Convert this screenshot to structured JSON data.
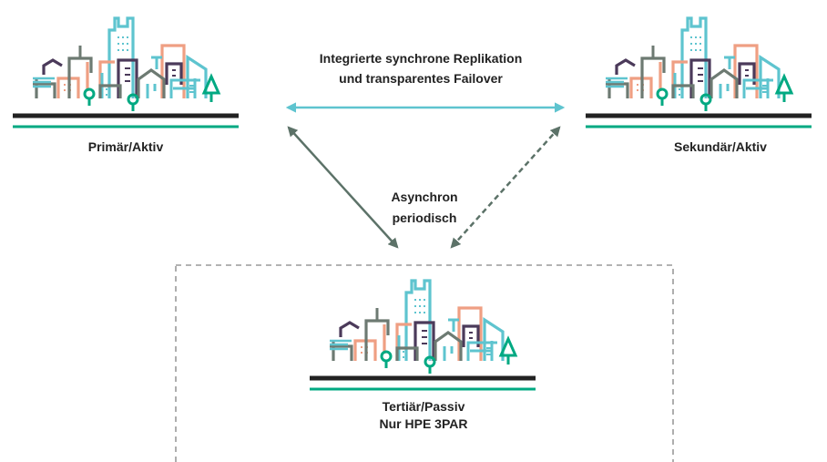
{
  "colors": {
    "teal": "#5ec4cf",
    "salmon": "#ef9f83",
    "purple": "#4b3a5a",
    "gray": "#6d7a72",
    "green": "#00a982",
    "ground": "#222222",
    "arrow_gray": "#5c7268",
    "border_dashed": "#9a9a9a"
  },
  "sites": {
    "primary": {
      "label": "Primär/Aktiv"
    },
    "secondary": {
      "label": "Sekundär/Aktiv"
    },
    "tertiary": {
      "label_line1": "Tertiär/Passiv",
      "label_line2": "Nur HPE 3PAR"
    }
  },
  "links": {
    "sync": {
      "line1": "Integrierte synchrone Replikation",
      "line2": "und transparentes Failover"
    },
    "async": {
      "line1": "Asynchron",
      "line2": "periodisch"
    }
  },
  "icons": {
    "city": "city-skyline-icon"
  }
}
